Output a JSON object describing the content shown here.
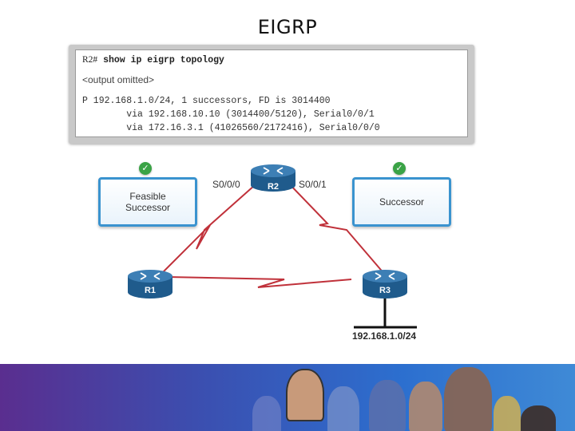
{
  "title": "EIGRP",
  "cli": {
    "prompt": "R2#",
    "command": "show ip eigrp topology",
    "omitted": "<output omitted>",
    "lines": [
      "P 192.168.1.0/24, 1 successors, FD is 3014400",
      "        via 192.168.10.10 (3014400/5120), Serial0/0/1",
      "        via 172.16.3.1 (41026560/2172416), Serial0/0/0"
    ]
  },
  "labels": {
    "feasible_successor": "Feasible\nSuccessor",
    "successor": "Successor"
  },
  "routers": {
    "r1": "R1",
    "r2": "R2",
    "r3": "R3"
  },
  "interfaces": {
    "left": "S0/0/0",
    "right": "S0/0/1"
  },
  "network": "192.168.1.0/24",
  "colors": {
    "link": "#c0313a",
    "router_top": "#3d7fb5",
    "router_body": "#1f5b8c",
    "box_border": "#3a93cf",
    "check": "#3aa346"
  }
}
